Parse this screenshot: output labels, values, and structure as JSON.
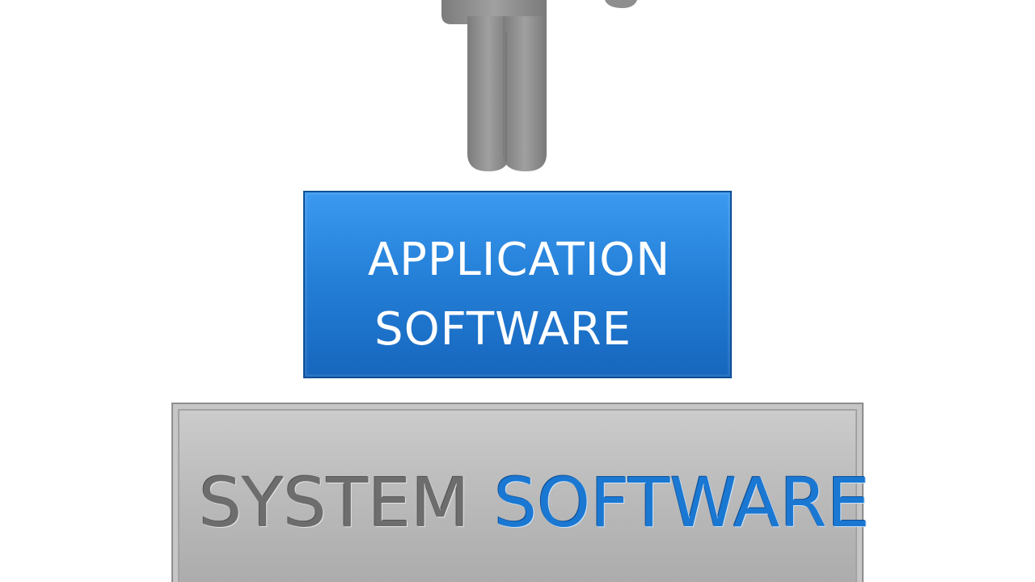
{
  "diagram": {
    "application_box": {
      "line1": "APPLICATION",
      "line2": "SOFTWARE",
      "color": "#2580d8"
    },
    "system_box": {
      "word1": "SYSTEM",
      "word2": "SOFTWARE",
      "word1_color": "#6d6d6d",
      "word2_color": "#1a78d2",
      "color": "#bdbdbd"
    },
    "figure": {
      "icon": "person-figure-icon",
      "color": "#8a8a8a"
    }
  }
}
